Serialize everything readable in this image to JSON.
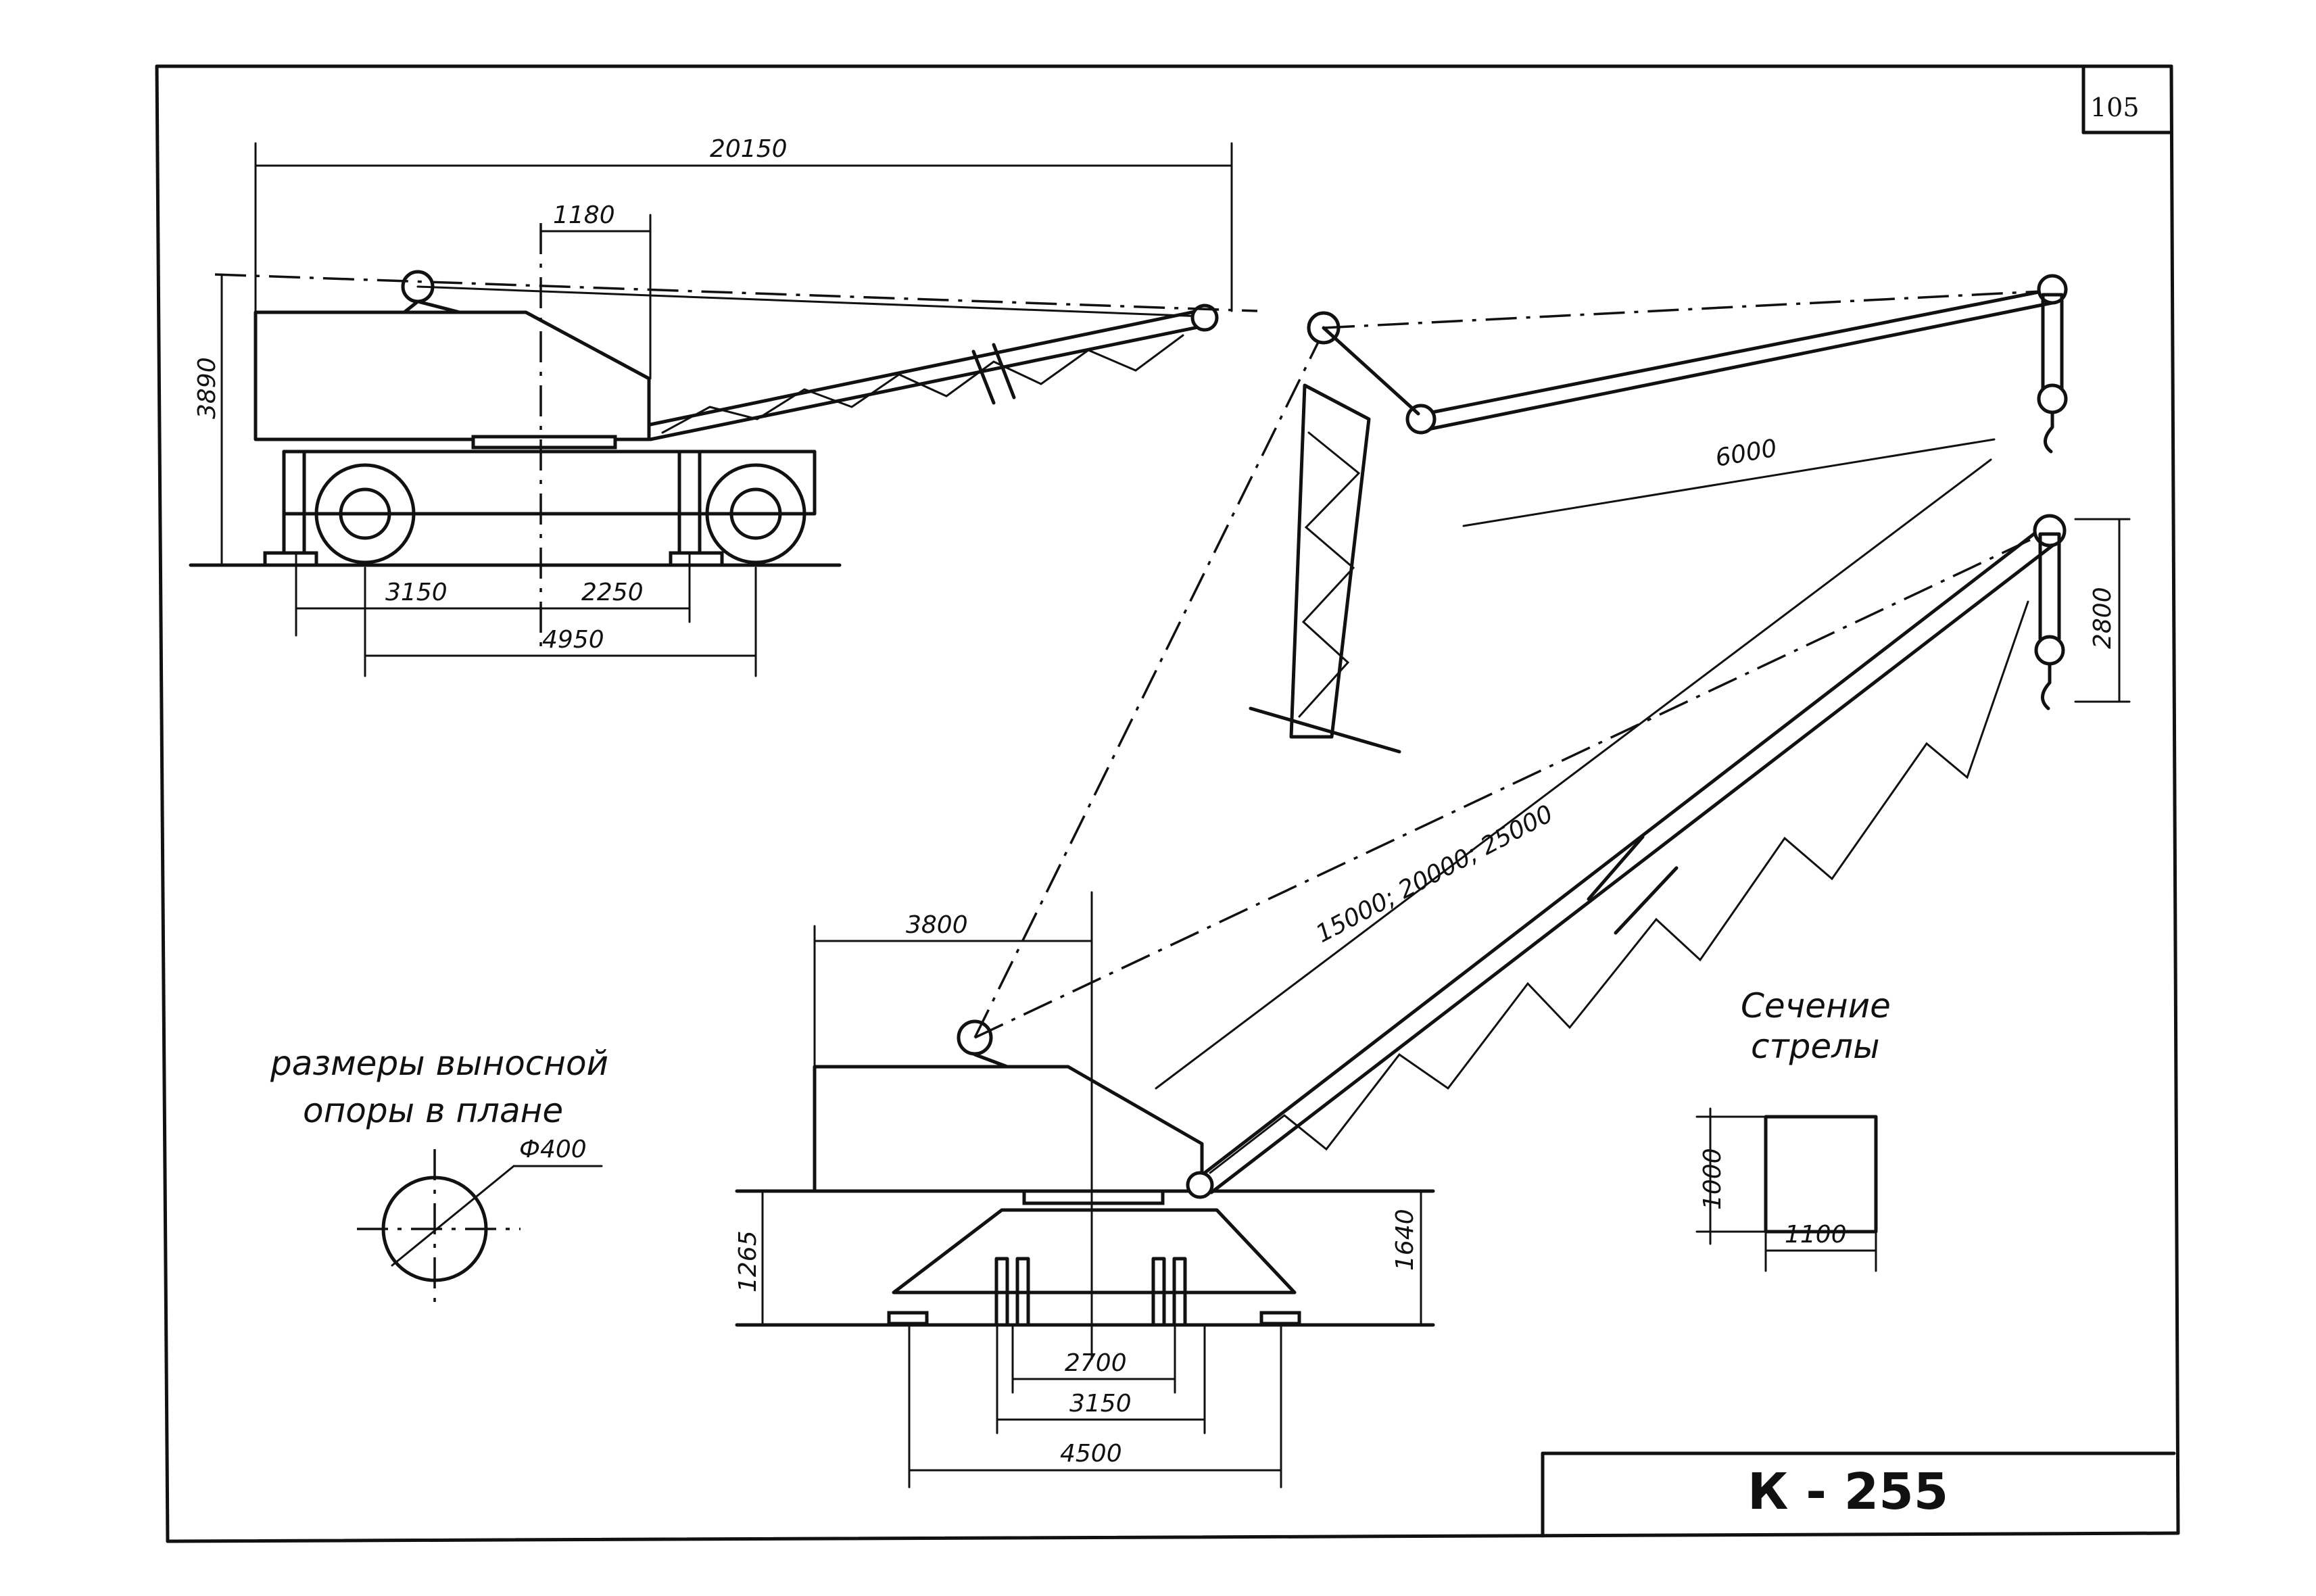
{
  "page_number": "105",
  "title_block": {
    "model": "К - 255"
  },
  "side_view": {
    "dims": {
      "total_length": "20150",
      "cab_offset": "1180",
      "height": "3890",
      "axle_front": "3150",
      "axle_rear": "2250",
      "wheelbase": "4950"
    }
  },
  "boom_view": {
    "dims": {
      "boom_lengths": "15000; 20000; 25000",
      "jib": "6000",
      "hook_drop": "2800",
      "cab_length": "3800",
      "cab_height": "1265",
      "pivot_height": "1640",
      "base_inner": "2700",
      "base_mid": "3150",
      "base_outer": "4500"
    }
  },
  "outrigger_note": {
    "line1": "размеры выносной",
    "line2": "опоры в плане",
    "diameter": "Ф400"
  },
  "section": {
    "line1": "Сечение",
    "line2": "стрелы",
    "height": "1000",
    "width": "1100"
  }
}
